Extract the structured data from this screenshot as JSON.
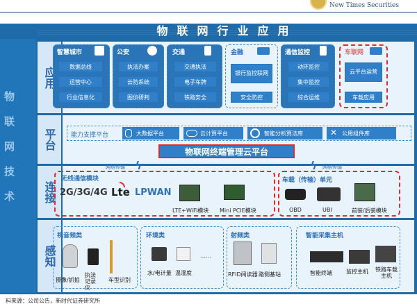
{
  "brand": {
    "name": "New Times Securities"
  },
  "title": "物联网行业应用",
  "side_chars": [
    "物",
    "联",
    "网",
    "技",
    "术"
  ],
  "rows": {
    "app": "应用",
    "platform": "平台",
    "connect": "连接",
    "sense": "感知"
  },
  "app_groups": [
    {
      "title": "智慧城市",
      "items": [
        "数据总线",
        "运营中心",
        "行业信息化"
      ]
    },
    {
      "title": "公安",
      "items": [
        "执法办案",
        "云防系统",
        "图侦研判"
      ]
    },
    {
      "title": "交通",
      "items": [
        "交通执法",
        "电子车牌",
        "铁路安全"
      ]
    },
    {
      "title": "金融",
      "items": [
        "银行监控联网",
        "安全防控"
      ]
    },
    {
      "title": "通信监控",
      "items": [
        "动环监控",
        "集中监控",
        "综合运维"
      ]
    },
    {
      "title": "车联网",
      "items": [
        "云平台运营",
        "车载应用"
      ]
    }
  ],
  "platform": {
    "capability": "能力支撑平台",
    "items": [
      "大数据平台",
      "云计算平台",
      "智能分析算法库",
      "公用组件库"
    ],
    "cloud": "物联网终端管理云平台"
  },
  "network": {
    "label_left": "网络传输",
    "label_right": "网络传输"
  },
  "connect": {
    "wireless": {
      "title": "无线通信模块",
      "standards": "2G/3G/4G",
      "lte": "Lte",
      "lpwan": "LPWAN",
      "modules": [
        "LTE+WiFi模块",
        "Mini PCIE模块"
      ]
    },
    "vehicle": {
      "title": "车载（传输）单元",
      "devices": [
        "OBD",
        "UBI",
        "前装/后装模块"
      ]
    }
  },
  "sense": [
    {
      "title": "视音频类",
      "items": [
        "摄像/抓拍",
        "执法记录仪",
        "车型识别"
      ]
    },
    {
      "title": "环境类",
      "items": [
        "水/电计量",
        "温湿度",
        "……"
      ]
    },
    {
      "title": "射频类",
      "items": [
        "RFID阅读器",
        "路侧基站"
      ]
    },
    {
      "title": "智能采集主机",
      "items": [
        "智能终端",
        "监控主机",
        "铁路车载主机"
      ]
    }
  ],
  "caption": "料来源：公司公告，新时代证券研究所"
}
